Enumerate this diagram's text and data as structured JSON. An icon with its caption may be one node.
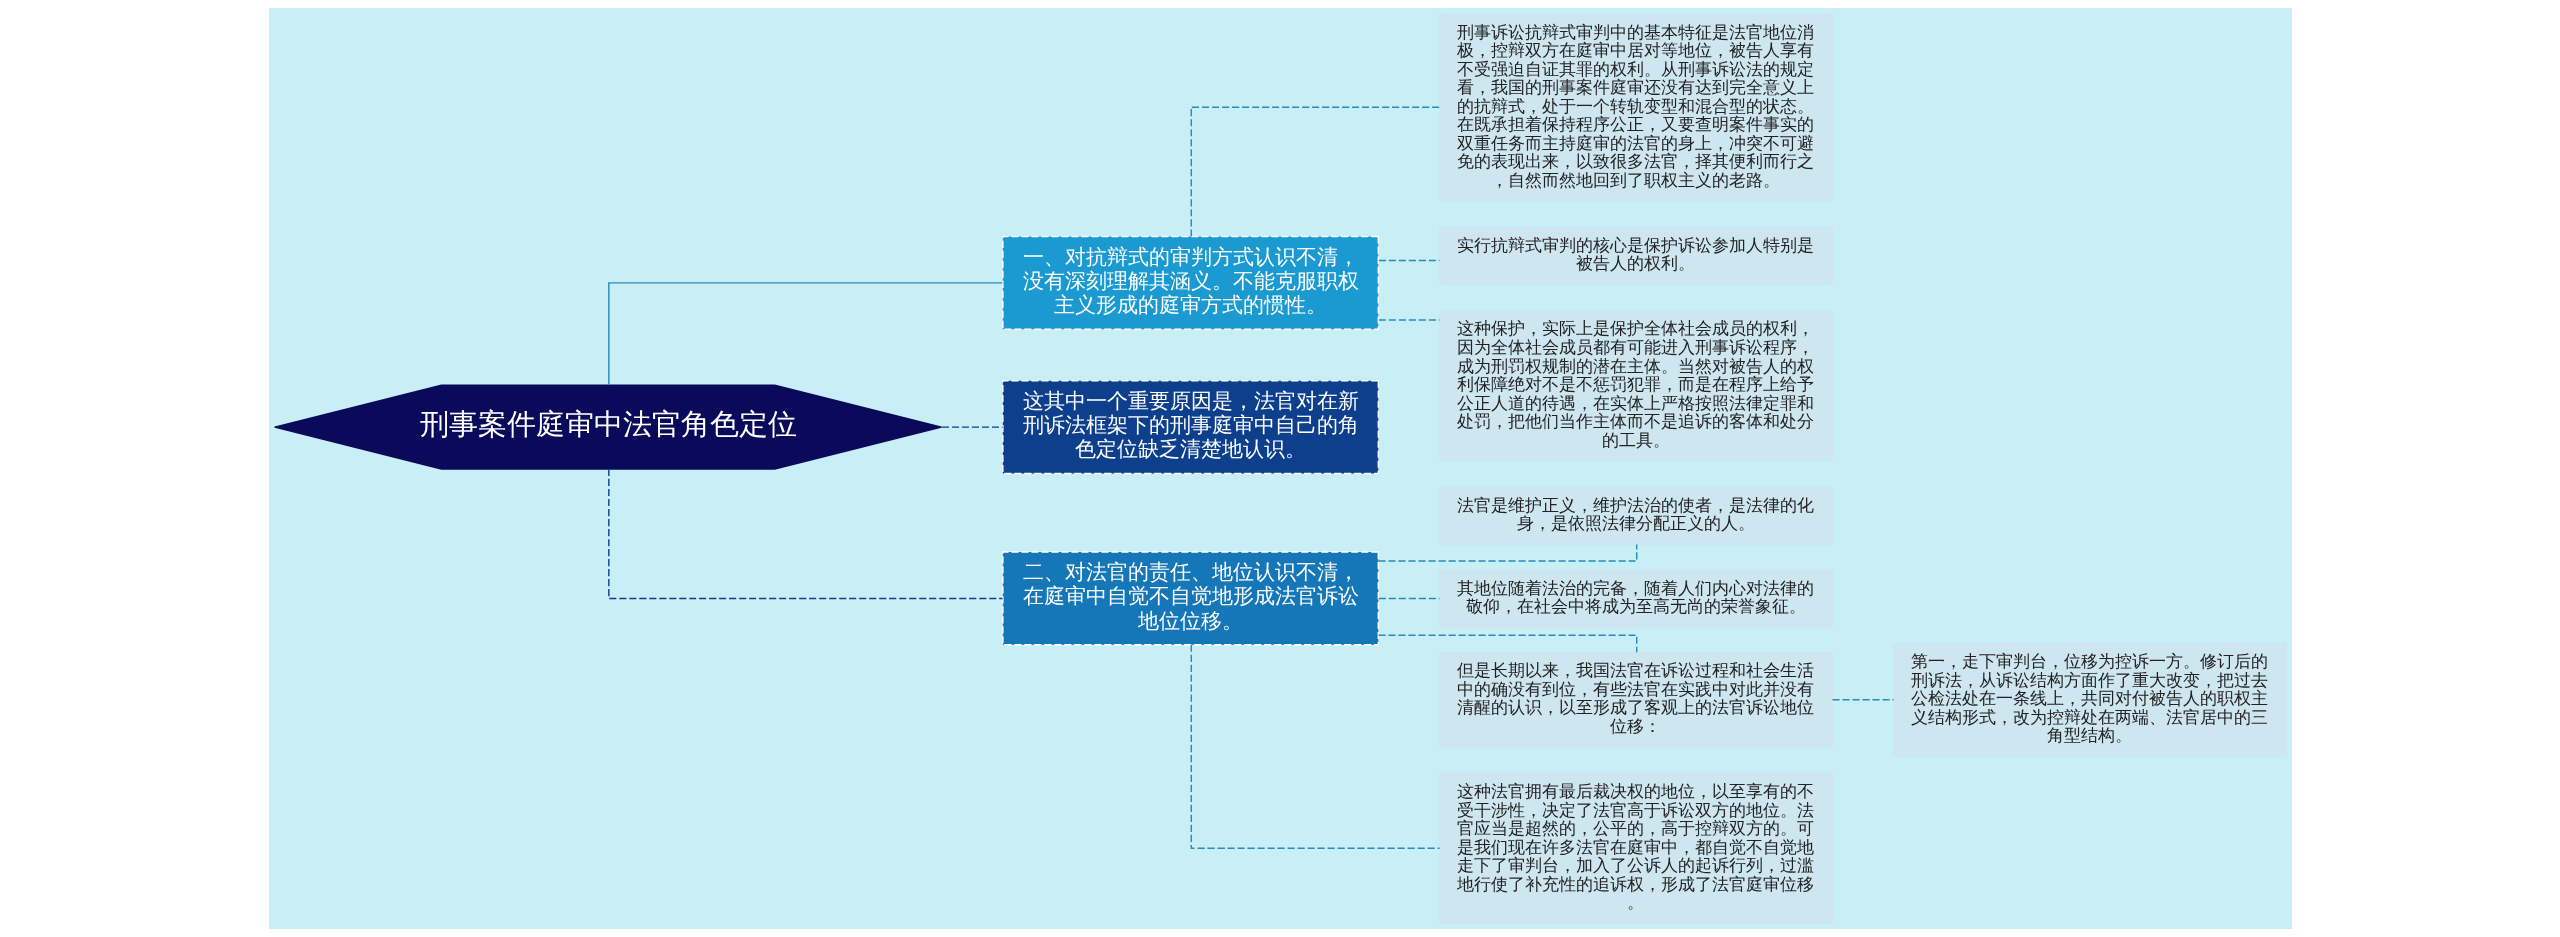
{
  "diagram": {
    "nodes": [
      {
        "text": [
          "刑事案件庭审中法官角色定位"
        ]
      },
      {
        "text": [
          "一、对抗辩式的审判方式认识不清，没有深刻理解其涵义。不能克服职权主义形成的庭审方式的惯性。"
        ]
      },
      {
        "text": [
          "刑事诉讼抗辩式审判中的基本特征是法官地位消极，控辩双方在庭审中居对等地位，被告人享有不受强迫自证其罪的权利。从刑事诉讼法的规定看，我国的刑事案件庭审还没有达到完全意义上的抗辩式，处于一个转轨变型和混合型的状态。在既承担着保持程序公正，又要查明案件事实的双重任务而主持庭审的法官的身上，冲突不可避免的表现出来，以致很多法官，择其便利而行之，自然而然地回到了职权主义的老路。"
        ]
      },
      {
        "text": [
          "实行抗辩式审判的核心是保护诉讼参加人特别是被告人的权利。"
        ]
      },
      {
        "text": [
          "这种保护，实际上是保护全体社会成员的权利，因为全体社会成员都有可能进入刑事诉讼程序，成为刑罚权规制的潜在主体。当然对被告人的权利保障绝对不是不惩罚犯罪，而是在程序上给予公正人道的待遇，在实体上严格按照法律定罪和处罚，把他们当作主体而不是追诉的客体和处分的工具。"
        ]
      },
      {
        "text": [
          "这其中一个重要原因是，法官对在新刑诉法框架下的刑事庭审中自己的角色定位缺乏清楚地认识。"
        ]
      },
      {
        "text": [
          "二、对法官的责任、地位认识不清，在庭审中自觉不自觉地形成法官诉讼地位位移。"
        ]
      },
      {
        "text": [
          "法官是维护正义，维护法治的使者，是法律的化身，是依照法律分配正义的人。"
        ]
      },
      {
        "text": [
          "其地位随着法治的完备，随着人们内心对法律的敬仰，在社会中将成为至高无尚的荣誉象征。"
        ]
      },
      {
        "text": [
          "但是长期以来，我国法官在诉讼过程和社会生活中的确没有到位，有些法官在实践中对此并没有清醒的认识，以至形成了客观上的法官诉讼地位位移："
        ]
      },
      {
        "text": [
          "这种法官拥有最后裁决权的地位，以至享有的不受干涉性，决定了法官高于诉讼双方的地位。法官应当是超然的，公平的，高于控辩双方的。可是我们现在许多法官在庭审中，都自觉不自觉地走下了审判台，加入了公诉人的起诉行列，过滥地行使了补充性的追诉权，形成了法官庭审位移。"
        ]
      },
      {
        "text": [
          "第一，走下审判台，位移为控诉一方。修订后的刑诉法，从诉讼结构方面作了重大改变，把过去公检法处在一条线上，共同对付被告人的职权主义结构形式，改为控辩处在两端、法官居中的三角型结构。"
        ]
      }
    ],
    "edges": [
      {
        "from": 0,
        "to": 1,
        "arrow": "none"
      },
      {
        "from": 1,
        "to": 2,
        "arrow": "none",
        "style": "dashed"
      },
      {
        "from": 1,
        "to": 3,
        "arrow": "none",
        "style": "dashed"
      },
      {
        "from": 1,
        "to": 4,
        "arrow": "none",
        "style": "dashed"
      },
      {
        "from": 0,
        "to": 5,
        "arrow": "none",
        "style": "dashed",
        "color": "#0d3f8c"
      },
      {
        "from": 0,
        "to": 6,
        "arrow": "none",
        "style": "dashed",
        "color": "#0d3f8c"
      },
      {
        "from": 6,
        "to": 7,
        "arrow": "none",
        "style": "dashed"
      },
      {
        "from": 6,
        "to": 8,
        "arrow": "none",
        "style": "dashed"
      },
      {
        "from": 6,
        "to": 9,
        "arrow": "none",
        "style": "dashed"
      },
      {
        "from": 6,
        "to": 10,
        "arrow": "none",
        "style": "dashed"
      },
      {
        "from": 9,
        "to": 11,
        "arrow": "none",
        "style": "dashed"
      }
    ]
  }
}
